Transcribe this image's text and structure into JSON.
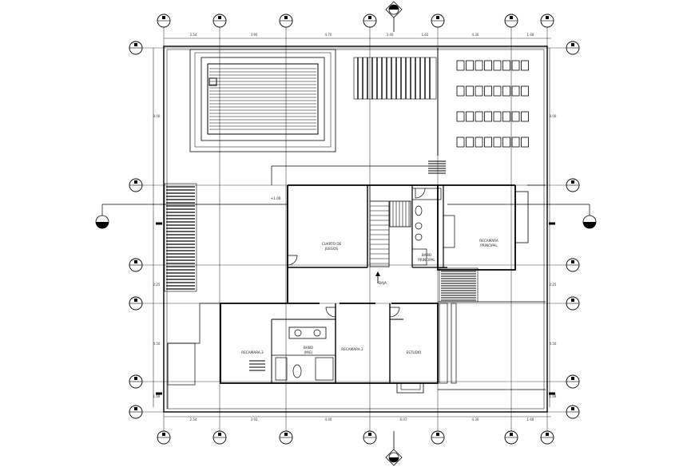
{
  "rooms": {
    "study_room": [
      "CUARTO DE",
      "JUEGOS"
    ],
    "master_bedroom": [
      "RECAMARA",
      "PRINCIPAL"
    ],
    "master_bath": [
      "BAÑO",
      "PRINCIPAL"
    ],
    "bedroom_3": "RECAMARA 3",
    "bedroom_2": "RECAMARA 2",
    "shared_bath": [
      "BAÑO",
      "(M/E)"
    ],
    "study": "ESTUDIO",
    "stair_down": "BAJA"
  },
  "level_mark": "+1.00",
  "dims_top": [
    "2.54",
    "3.90",
    "4.70",
    "3.40",
    "1.65",
    "4.30",
    "1.68"
  ],
  "dims_bottom": [
    "2.54",
    "3.93",
    "4.40",
    "6.07",
    "4.30",
    "1.68"
  ],
  "dims_left": [
    "8.00",
    "2.25",
    "4.50",
    "1.68"
  ],
  "dims_right": [
    "8.00",
    "2.25",
    "4.50",
    "1.68"
  ],
  "grid_bubbles_top": [
    "",
    "",
    "",
    "",
    "",
    "",
    "",
    ""
  ],
  "grid_bubbles_side": [
    "",
    "",
    "",
    "",
    "",
    ""
  ],
  "colors": {
    "line": "#000000",
    "grid": "#333333"
  }
}
